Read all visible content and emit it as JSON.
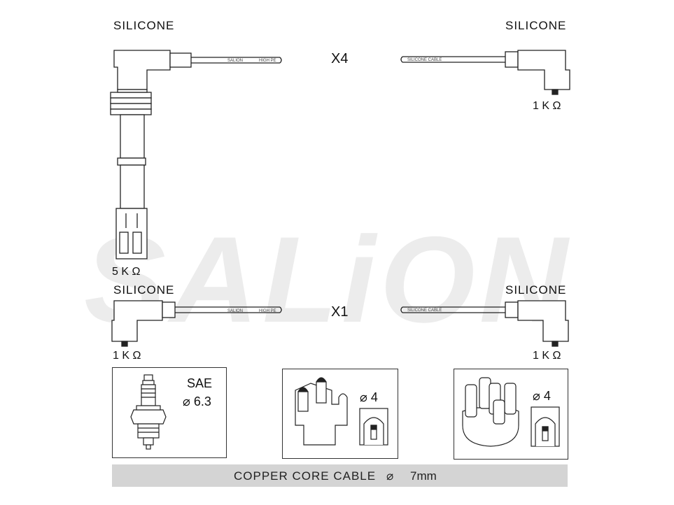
{
  "watermark": "SALiON",
  "cable_sets": [
    {
      "left_label": "SILICONE",
      "right_label": "SILICONE",
      "multiplier": "X4",
      "left_resistance": "5 K",
      "right_resistance": "1 K",
      "left_cable_print": "SALION",
      "left_cable_print2": "HIGH PE",
      "right_cable_print": "SILICONE CABLE"
    },
    {
      "left_label": "SILICONE",
      "right_label": "SILICONE",
      "multiplier": "X1",
      "left_resistance": "1 K",
      "right_resistance": "1 K",
      "left_cable_print": "SALION",
      "left_cable_print2": "HIGH PE",
      "right_cable_print": "SILICONE CABLE"
    }
  ],
  "ohm_symbol": "Ω",
  "diameter_symbol": "⌀",
  "spark_plug_box": {
    "standard": "SAE",
    "diameter": "6.3"
  },
  "distributor_box_1": {
    "diameter": "4"
  },
  "distributor_box_2": {
    "diameter": "4"
  },
  "footer": {
    "label": "COPPER CORE CABLE",
    "size": "7mm"
  }
}
